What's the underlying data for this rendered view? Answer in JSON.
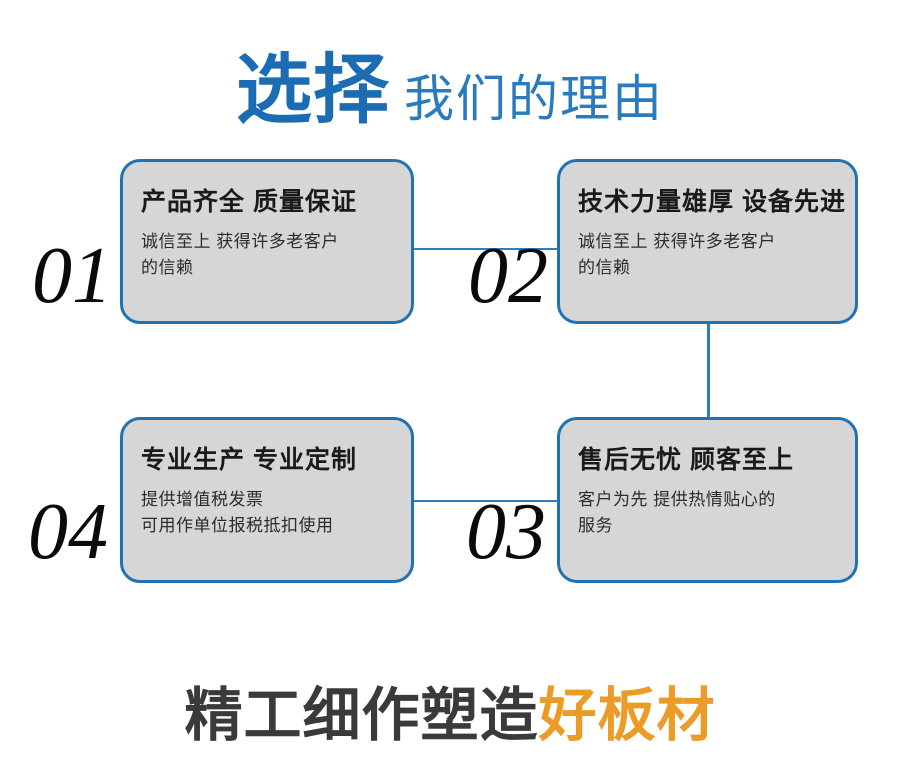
{
  "header": {
    "emphasis": "选择",
    "rest": "我们的理由",
    "accent_color": "#1c6cb4"
  },
  "cards": [
    {
      "number": "01",
      "title": "产品齐全 质量保证",
      "body_lines": [
        "诚信至上 获得许多老客户",
        "的信赖"
      ]
    },
    {
      "number": "02",
      "title": "技术力量雄厚 设备先进",
      "body_lines": [
        "诚信至上 获得许多老客户",
        "的信赖"
      ]
    },
    {
      "number": "03",
      "title": "售后无忧 顾客至上",
      "body_lines": [
        "客户为先 提供热情贴心的",
        "服务"
      ]
    },
    {
      "number": "04",
      "title": "专业生产 专业定制",
      "body_lines": [
        "提供增值税发票",
        "可用作单位报税抵扣使用"
      ]
    }
  ],
  "connectors": {
    "line_color": "#2b7fbf",
    "card1_to_card2": "horizontal",
    "card2_to_card3": "vertical",
    "card4_to_card3": "horizontal"
  },
  "footer": {
    "lead": "精工细作塑造",
    "accent": "好板材",
    "accent_color": "#eb9c28",
    "lead_color": "#3a3a3a"
  },
  "theme": {
    "card_fill": "#d6d6d6",
    "card_border": "#1f73b4",
    "background": "#ffffff"
  }
}
